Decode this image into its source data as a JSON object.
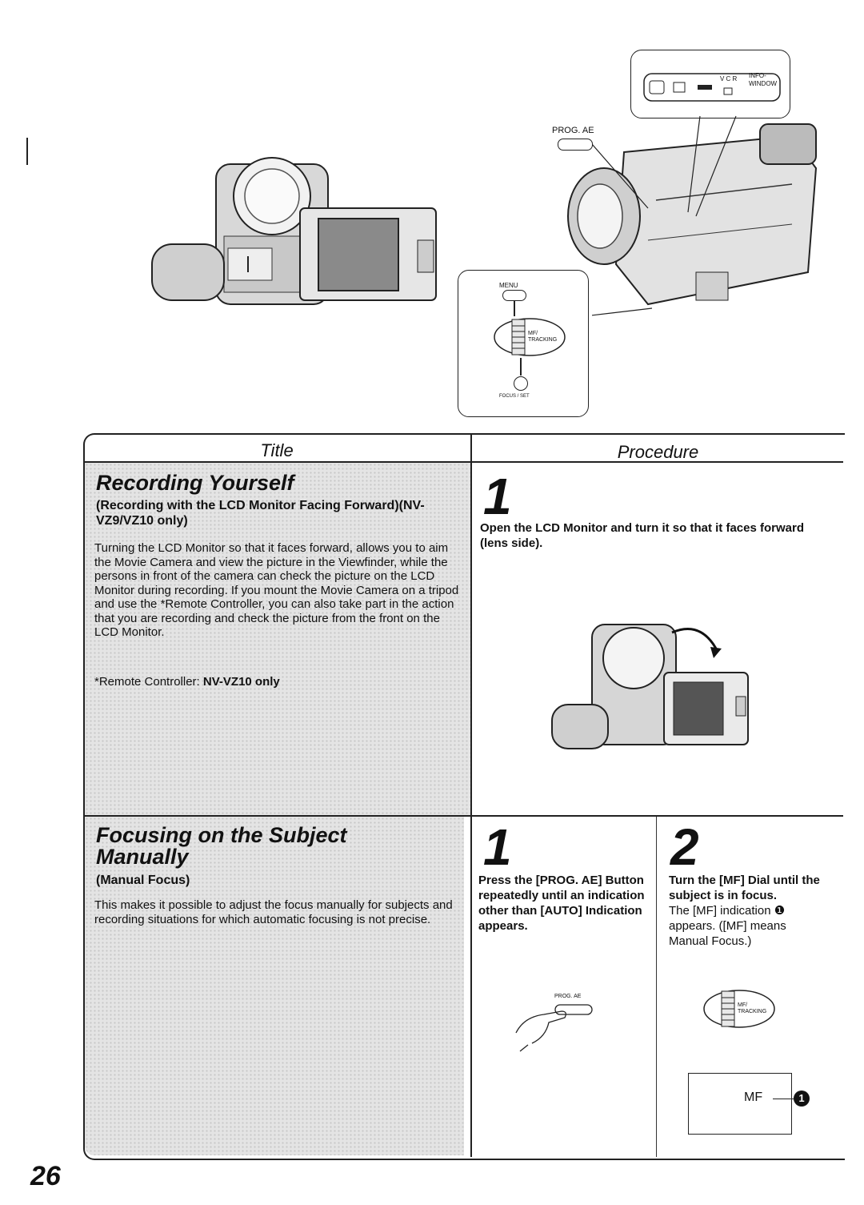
{
  "page_number": "26",
  "illustrations": {
    "top_right": {
      "prog_ae_label": "PROG. AE",
      "info_window_label": "INFO-WINDOW",
      "vcr_label": "V C R",
      "menu_label": "MENU",
      "mf_tracking_label": "MF/ TRACKING",
      "focus_set_label": "FOCUS / SET"
    }
  },
  "table": {
    "title_header": "Title",
    "procedure_header": "Procedure",
    "rows": [
      {
        "title": "Recording Yourself",
        "subtitle": "(Recording with the LCD Monitor Facing Forward)(NV-VZ9/VZ10 only)",
        "description": "Turning the LCD Monitor so that it faces forward, allows you to aim the Movie Camera and view the picture in the Viewfinder, while the persons in front of the camera can check the picture on the LCD Monitor during recording. If you mount the Movie Camera on a tripod and use the *Remote Controller, you can also take part in the action that you are recording and check the picture from the front on the LCD Monitor.",
        "note_prefix": "*Remote Controller: ",
        "note_bold": "NV-VZ10 only",
        "steps": [
          {
            "number": "1",
            "text": "Open the LCD Monitor and turn it so that it faces forward (lens side)."
          }
        ]
      },
      {
        "title": "Focusing on the Subject Manually",
        "subtitle": "(Manual Focus)",
        "description": "This makes it possible to adjust the focus manually for subjects and recording situations for which automatic focusing is not precise.",
        "steps": [
          {
            "number": "1",
            "text": "Press the [PROG. AE] Button repeatedly until an indication other than [AUTO] Indication appears.",
            "illustration_label": "PROG. AE"
          },
          {
            "number": "2",
            "text_bold": "Turn the [MF] Dial until the subject is in focus.",
            "text_normal": "The [MF] indication ❶ appears. ([MF] means Manual Focus.)",
            "dial_label": "MF/ TRACKING",
            "display_label": "MF",
            "callout": "1"
          }
        ]
      }
    ]
  }
}
